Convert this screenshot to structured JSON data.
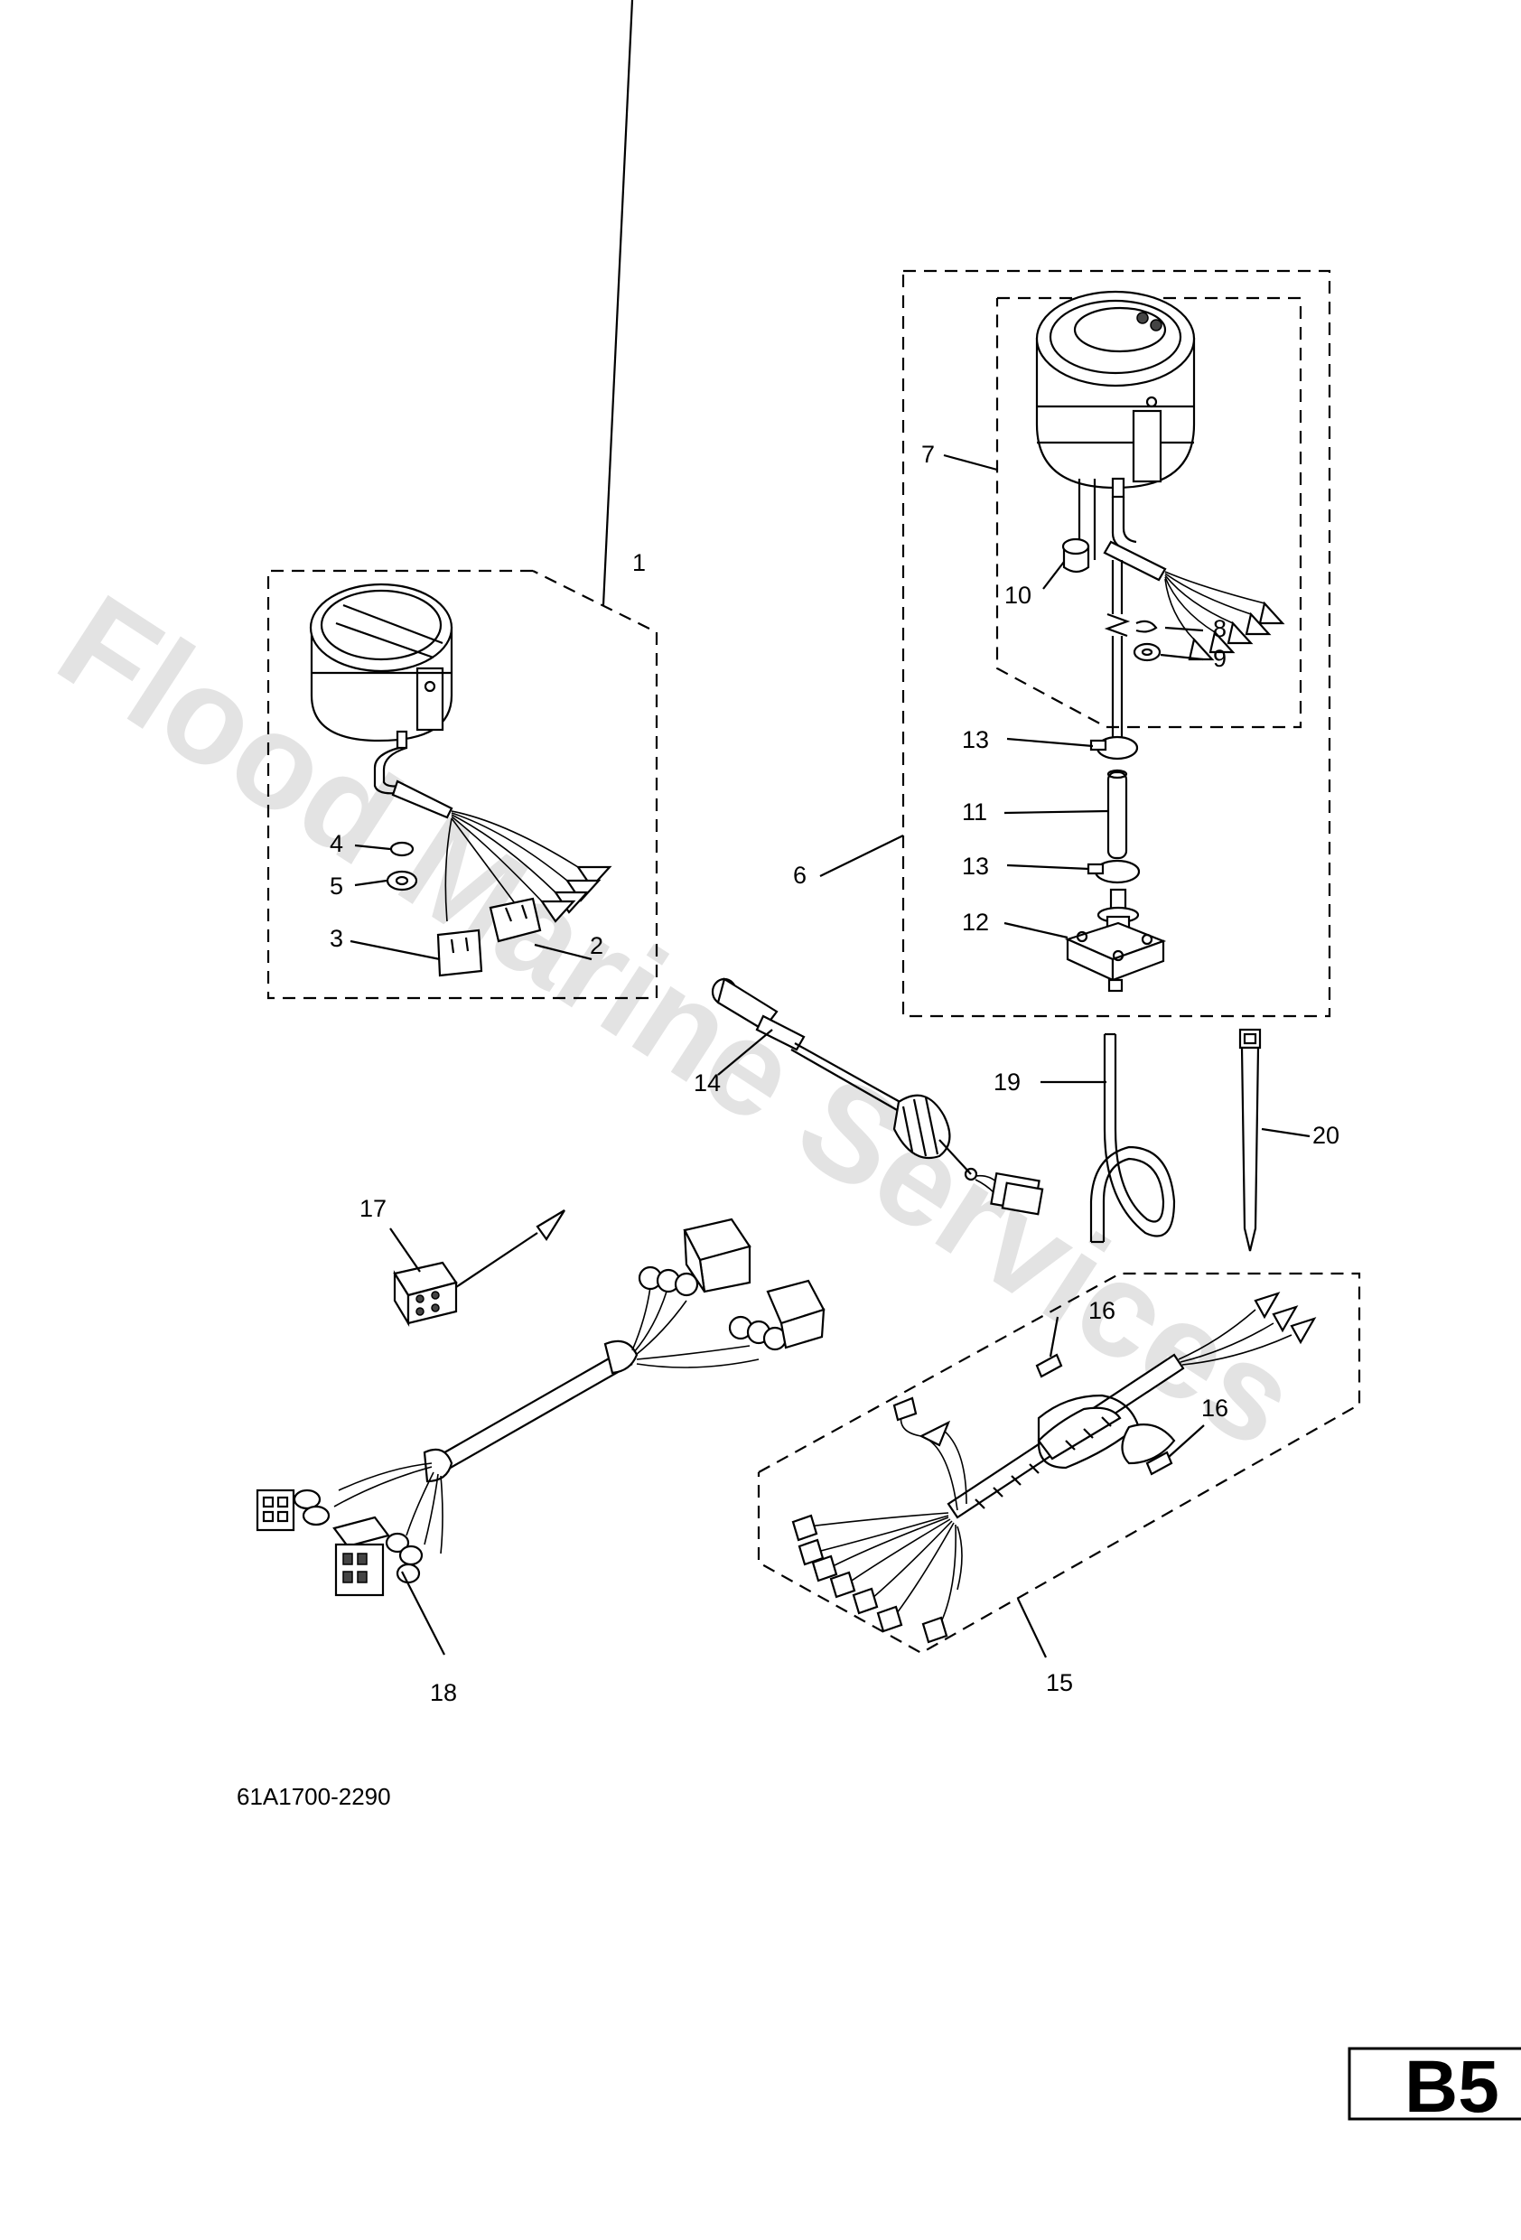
{
  "watermark": "Flood Marine Services",
  "document_number": "61A1700-2290",
  "page_tag": "B5",
  "callouts": [
    "1",
    "2",
    "3",
    "4",
    "5",
    "6",
    "7",
    "8",
    "9",
    "10",
    "11",
    "12",
    "13",
    "13",
    "14",
    "15",
    "16",
    "16",
    "17",
    "18",
    "19",
    "20"
  ]
}
